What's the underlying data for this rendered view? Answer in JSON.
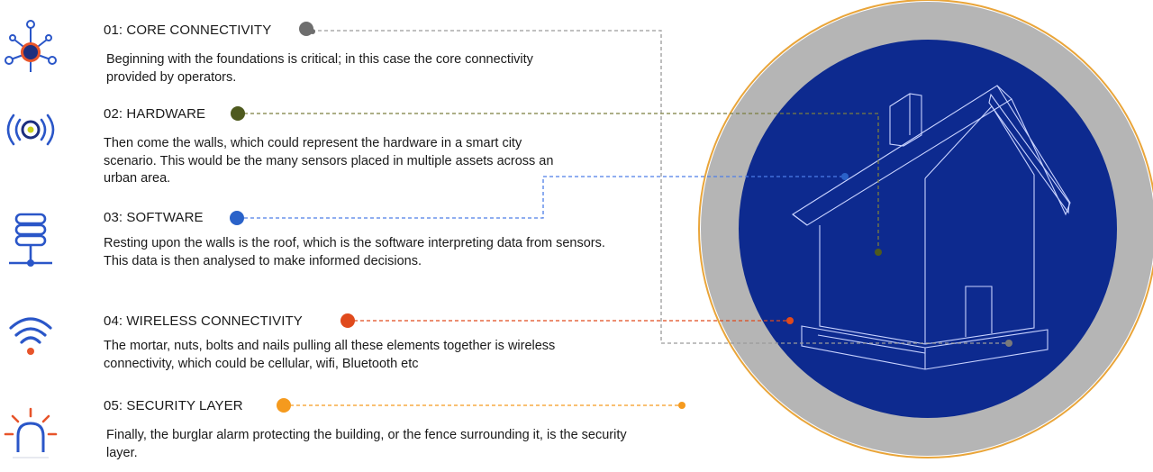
{
  "layers": [
    {
      "heading": "01: CORE CONNECTIVITY",
      "description": "Beginning with the foundations is critical; in this case the core connectivity provided by operators.",
      "color": "#6e6e6e",
      "icon": "network-hub-icon"
    },
    {
      "heading": "02: HARDWARE",
      "description": "Then come the walls, which could represent the hardware in a smart city scenario. This would be the many sensors placed in multiple assets across an urban area.",
      "color": "#4e5a1e",
      "icon": "sensor-signal-icon"
    },
    {
      "heading": "03: SOFTWARE",
      "description": "Resting upon the walls is the roof, which is the software interpreting data from sensors. This data is then analysed to make informed decisions.",
      "color": "#2a62c9",
      "icon": "database-icon"
    },
    {
      "heading": "04: WIRELESS CONNECTIVITY",
      "description": "The mortar, nuts, bolts and nails pulling all these elements together is wireless connectivity, which could be cellular, wifi, Bluetooth etc",
      "color": "#e04a1c",
      "icon": "wifi-icon"
    },
    {
      "heading": "05: SECURITY LAYER",
      "description": "Finally, the burglar alarm protecting the building, or the fence surrounding it, is the security layer.",
      "color": "#f59a1e",
      "icon": "alarm-light-icon"
    }
  ],
  "colors": {
    "icon_blue": "#2a56c8",
    "icon_navy": "#1d2f7e",
    "icon_orange": "#e7542a",
    "circle_fill": "#0d2a8f",
    "circle_ring": "#b5b5b5",
    "circle_outline": "#e9a53a",
    "house_lines": "#c9d3ff"
  }
}
